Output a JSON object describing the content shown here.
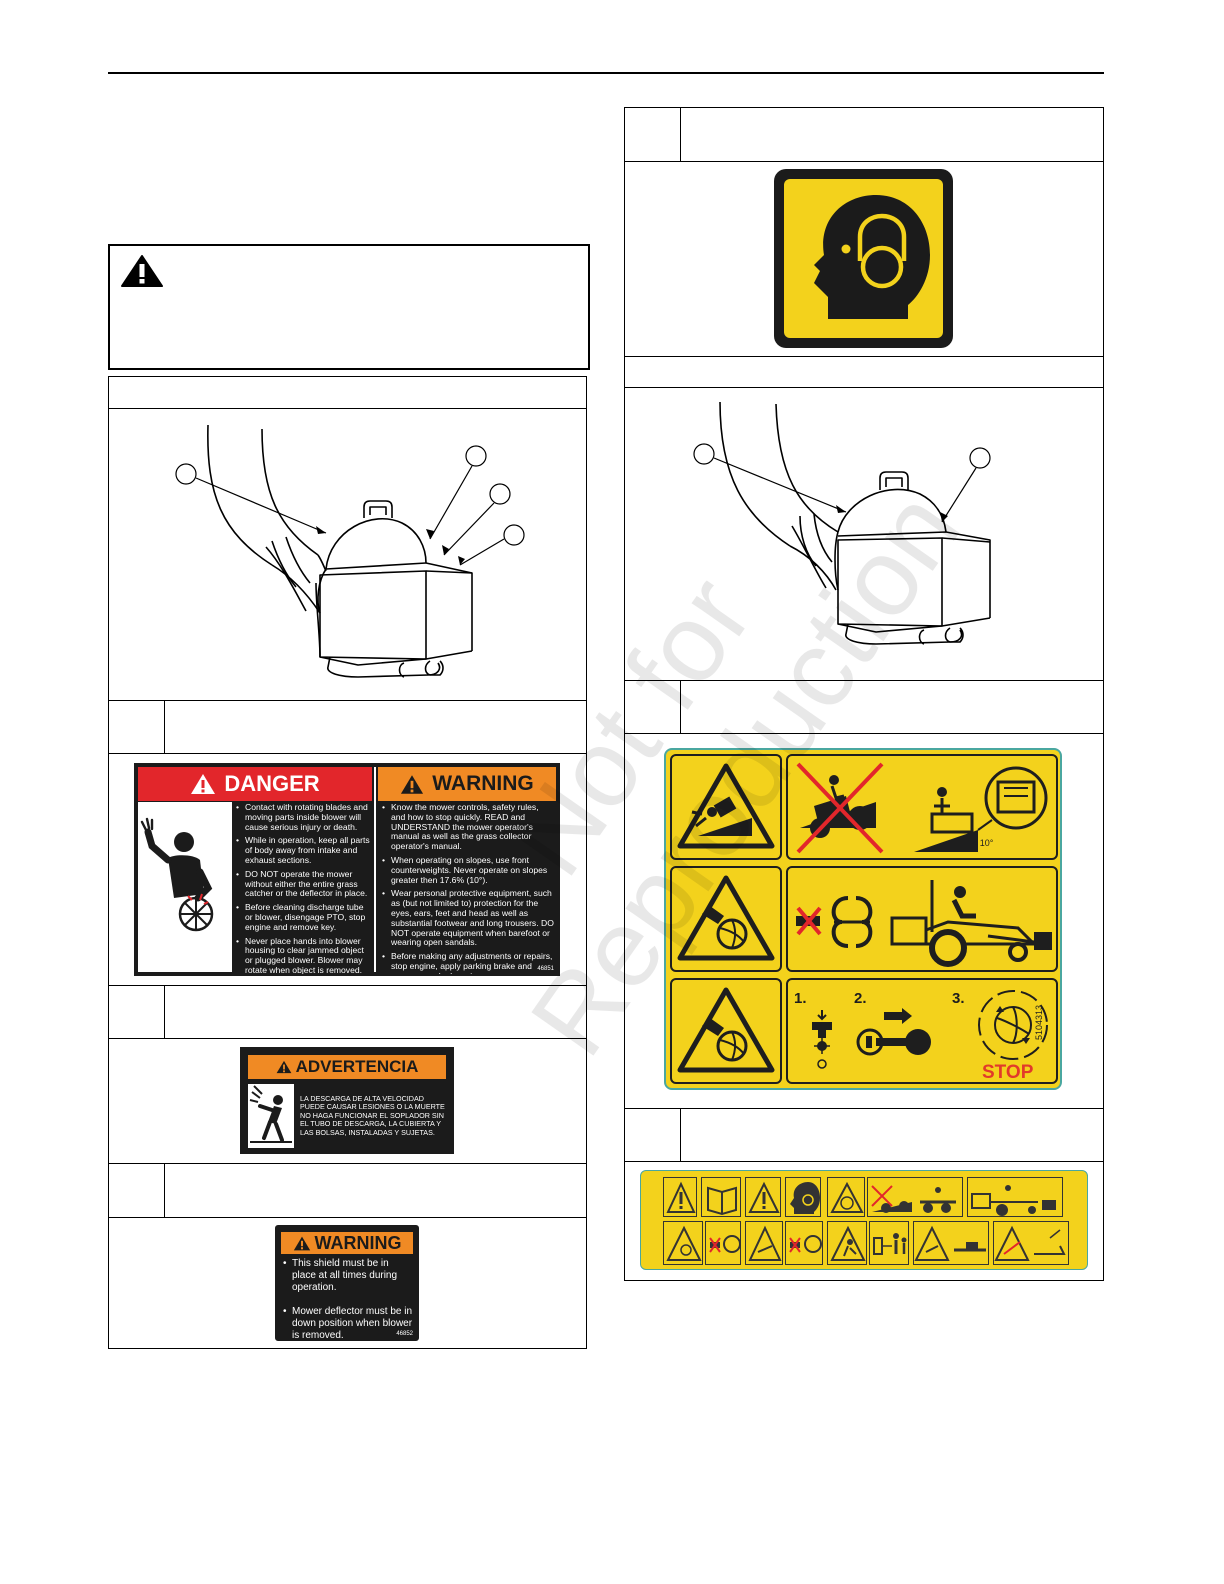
{
  "watermark": "Not for\nReproduction",
  "danger_decal": {
    "danger_title": "DANGER",
    "danger_items": [
      "Contact with rotating blades and moving parts inside blower will cause serious injury or death.",
      "While in operation, keep all parts of body away from intake and exhaust sections.",
      "DO NOT operate the mower without either the entire grass catcher or the deflector in place.",
      "Before cleaning discharge tube or blower, disengage PTO, stop engine and remove key.",
      "Never place hands into blower housing to clear jammed object or plugged blower.  Blower may rotate when object is removed."
    ],
    "warning_title": "WARNING",
    "warning_items": [
      "Know the mower controls, safety rules, and how to stop quickly.  READ and UNDERSTAND the mower operator's manual as well as the grass collector operator's manual.",
      "When operating on slopes, use front counterweights.  Never operate on slopes greater then 17.6% (10°).",
      "Wear personal protective equipment, such as (but not limited to) protection for the eyes, ears, feet and head as well as substantial footwear and long trousers.  DO NOT operate equipment when barefoot or wearing open sandals.",
      "Before making any adjustments or repairs, stop engine, apply parking brake and remove spark plug wires."
    ],
    "part_no": "46851"
  },
  "advertencia_decal": {
    "title": "ADVERTENCIA",
    "text": "LA DESCARGA DE ALTA VELOCIDAD PUEDE CAUSAR LESIONES O LA MUERTE NO HAGA FUNCIONAR EL SOPLADOR SIN EL TUBO DE DESCARGA, LA CUBIERTA Y LAS BOLSAS, INSTALADAS Y SUJETAS."
  },
  "shield_decal": {
    "title": "WARNING",
    "items": [
      "This shield must be in place at all times during operation.",
      "Mower deflector must be in down position when blower is removed."
    ],
    "part_no": "46852"
  },
  "pictorial_decal": {
    "slope_label": "< 10°",
    "steps": [
      "1.",
      "2.",
      "3."
    ],
    "stop": "STOP",
    "part_no": "5104313"
  },
  "colors": {
    "danger_red": "#e2262b",
    "warning_orange": "#f08a24",
    "decal_yellow": "#f3d21c",
    "decal_black": "#1b1b1b"
  }
}
